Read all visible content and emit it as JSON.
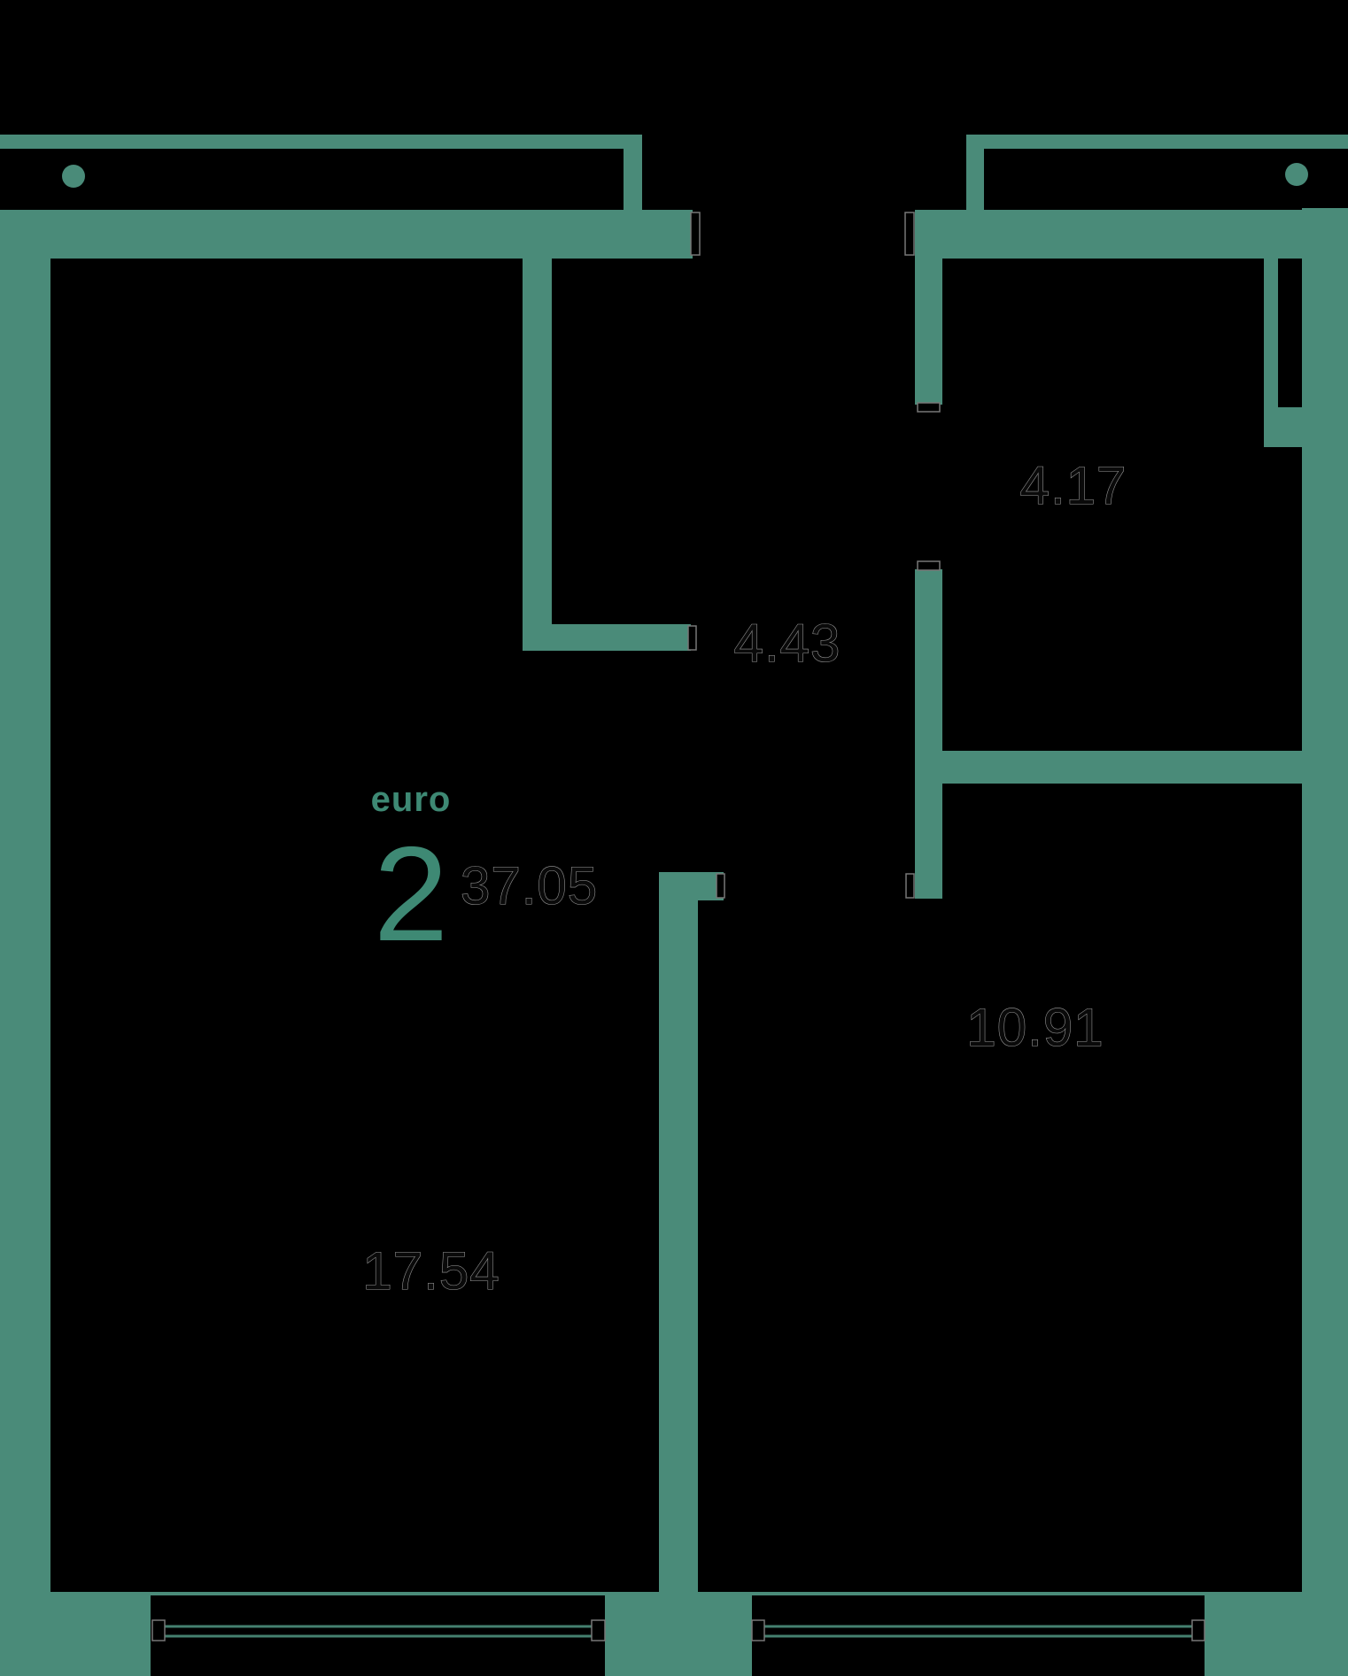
{
  "colors": {
    "wall": "#4A8B79",
    "accent": "#3E8974",
    "background": "#000000",
    "label_fill": "#0A0A0A",
    "label_stroke": "#9B9B9B",
    "window": "#45806F",
    "jamb": "#777777"
  },
  "apartment": {
    "type_label": "euro",
    "rooms_count": "2",
    "total_area": "37.05"
  },
  "rooms": [
    {
      "id": "living-room",
      "area": "17.54"
    },
    {
      "id": "bedroom",
      "area": "10.91"
    },
    {
      "id": "hallway",
      "area": "4.43"
    },
    {
      "id": "bathroom",
      "area": "4.17"
    }
  ]
}
